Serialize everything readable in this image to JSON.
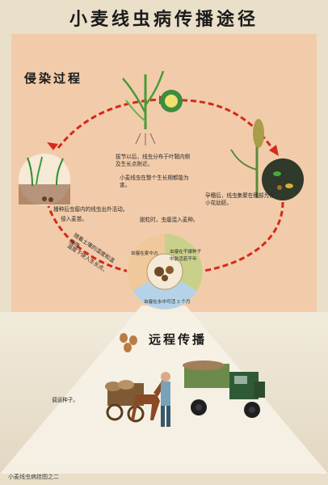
{
  "poster": {
    "title": "小麦线虫病传播途径",
    "section_infection": "侵染过程",
    "section_spread": "远程传播",
    "notes": {
      "n1": "拔节以后，线虫分布于叶鞘内侧及生长点附近。",
      "n2": "小麦线虫在整个生长期都能为害。",
      "n3": "孕穗后，线虫集聚在穗部为害小花幼胚。",
      "n4": "播种后虫瘿内的线虫出外活动。",
      "n5": "侵入麦苗。",
      "n6": "随着土壤的湿度和温度而",
      "n7": "温度下侵入生长点。",
      "n8": "脱粒时，虫瘿混入麦种。",
      "n9": "虫瘿在麦中占",
      "n10": "虫瘿在干燥种子中能活若干年",
      "n11": "虫瘿在水中可活 3 个月",
      "n12": "调运种子。"
    },
    "footer": "小麦线虫病挂图之二"
  }
}
